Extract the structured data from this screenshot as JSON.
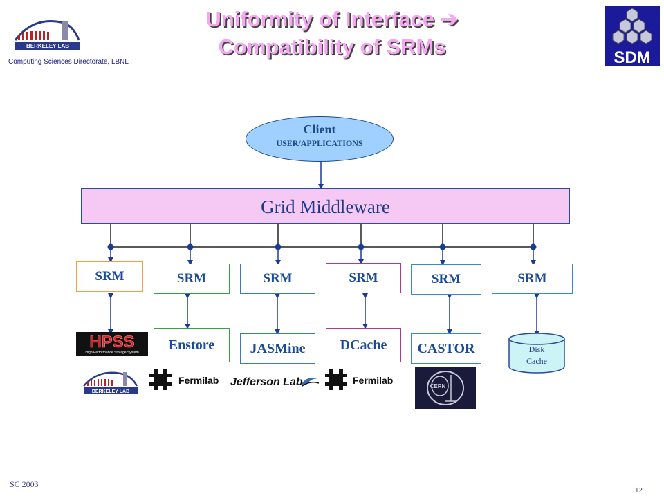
{
  "header": {
    "title_line1": "Uniformity of Interface ➔",
    "title_line2": "Compatibility of SRMs",
    "org_caption": "Computing Sciences Directorate, LBNL",
    "logo_left": "BERKELEY LAB",
    "logo_right": "SDM"
  },
  "diagram": {
    "client_title": "Client",
    "client_subtitle": "USER/APPLICATIONS",
    "middleware": "Grid Middleware",
    "srms": [
      "SRM",
      "SRM",
      "SRM",
      "SRM",
      "SRM",
      "SRM"
    ],
    "backends": [
      "Enstore",
      "JASMine",
      "DCache",
      "CASTOR"
    ],
    "hpss_logo": "HPSS",
    "hpss_tagline": "High Performance Storage System",
    "disk_cache_line1": "Disk",
    "disk_cache_line2": "Cache",
    "logos": {
      "berkeley": "BERKELEY LAB",
      "fermilab1": "Fermilab",
      "jlab": "Jefferson Lab",
      "fermilab2": "Fermilab",
      "cern": "CERN"
    }
  },
  "footer": {
    "left": "SC 2003",
    "page": "12"
  },
  "colors": {
    "title": "#f4a8f0",
    "client_fill": "#9fd0ff",
    "middleware_fill": "#f6c9f4",
    "text_blue": "#1a4a9a"
  }
}
